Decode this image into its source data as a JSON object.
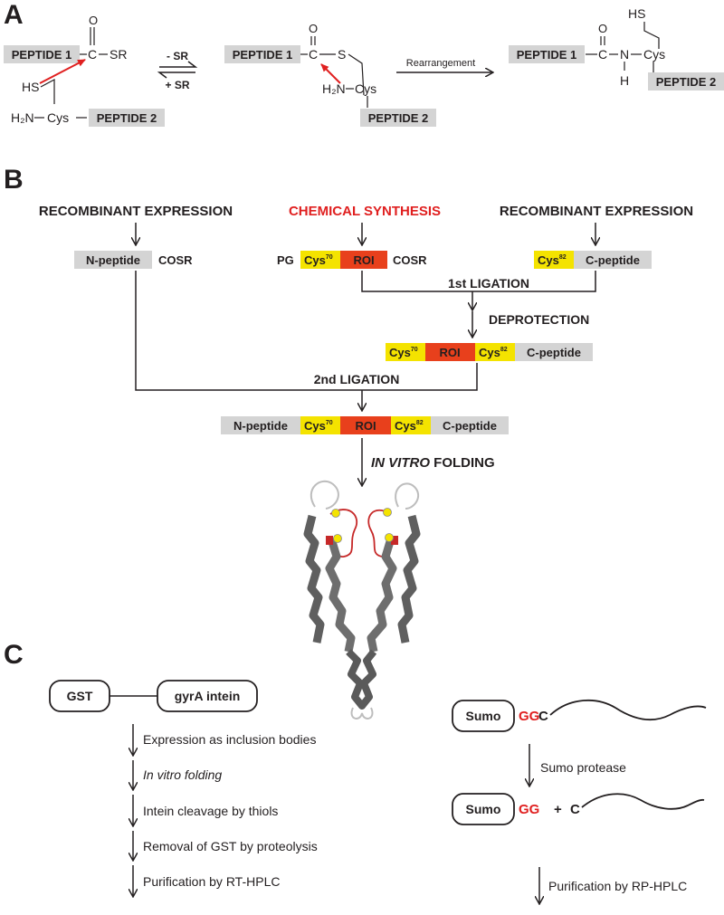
{
  "panel_a": {
    "letter": "A",
    "reactant1": {
      "peptide1": "PEPTIDE 1",
      "carbonyl_o": "O",
      "carbon": "C",
      "sr": "SR",
      "hs": "HS",
      "h2n": "H₂N",
      "cys": "Cys",
      "peptide2": "PEPTIDE 2"
    },
    "equilibrium": {
      "forward": "- SR",
      "reverse": "+ SR"
    },
    "intermediate": {
      "peptide1": "PEPTIDE 1",
      "carbonyl_o": "O",
      "carbon": "C",
      "sulfur": "S",
      "h2n": "H₂N",
      "cys": "Cys",
      "peptide2": "PEPTIDE 2"
    },
    "rearrangement_label": "Rearrangement",
    "product": {
      "hs": "HS",
      "peptide1": "PEPTIDE 1",
      "carbonyl_o": "O",
      "carbon": "C",
      "n": "N",
      "h": "H",
      "cys": "Cys",
      "peptide2": "PEPTIDE 2"
    }
  },
  "panel_b": {
    "letter": "B",
    "sources": {
      "left": "RECOMBINANT EXPRESSION",
      "middle": "CHEMICAL SYNTHESIS",
      "right": "RECOMBINANT EXPRESSION"
    },
    "n_fragment": {
      "n_peptide": "N-peptide",
      "cosr": "COSR"
    },
    "middle_fragment": {
      "pg": "PG",
      "cys70": "Cys",
      "sup70": "70",
      "roi": "ROI",
      "cosr": "COSR"
    },
    "c_fragment": {
      "cys82": "Cys",
      "sup82": "82",
      "c_peptide": "C-peptide"
    },
    "steps": {
      "ligation1": "1st LIGATION",
      "deprotection": "DEPROTECTION",
      "ligation2": "2nd LIGATION",
      "folding_italic": "IN VITRO",
      "folding_rest": " FOLDING"
    },
    "intermediate_fragment": {
      "cys70": "Cys",
      "sup70": "70",
      "roi": "ROI",
      "cys82": "Cys",
      "sup82": "82",
      "c_peptide": "C-peptide"
    },
    "full_protein": {
      "n_peptide": "N-peptide",
      "cys70": "Cys",
      "sup70": "70",
      "roi": "ROI",
      "cys82": "Cys",
      "sup82": "82",
      "c_peptide": "C-peptide"
    }
  },
  "panel_c": {
    "letter": "C",
    "fusion": {
      "gst": "GST",
      "gyra": "gyrA intein"
    },
    "steps_left": [
      "Expression as inclusion bodies",
      "In vitro folding",
      "Intein cleavage by thiols",
      "Removal of GST by proteolysis",
      "Purification by RT-HPLC"
    ],
    "sumo_top": {
      "sumo": "Sumo",
      "gg": "GG",
      "c": "C"
    },
    "sumo_step": "Sumo protease",
    "sumo_bottom": {
      "sumo": "Sumo",
      "gg": "GG",
      "plus": "+",
      "c": "C"
    },
    "sumo_final": "Purification by RP-HPLC"
  },
  "colors": {
    "gray_box": "#d4d4d4",
    "yellow": "#f4e300",
    "red_roi": "#e8401c",
    "red_text": "#e02020",
    "red_arrow": "#e02020",
    "text": "#231f20"
  }
}
